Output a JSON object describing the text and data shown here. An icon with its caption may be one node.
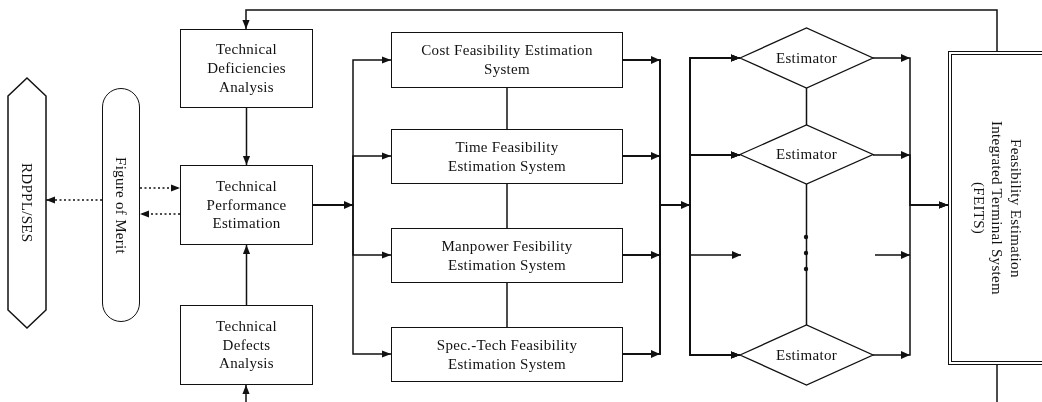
{
  "diagram": {
    "nodes": [
      {
        "text": [
          "RDPPL/SES"
        ]
      },
      {
        "text": [
          "Figure of Merit"
        ]
      },
      {
        "text": [
          "Technical Deficiencies Analysis"
        ]
      },
      {
        "text": [
          "Technical Performance Estimation"
        ]
      },
      {
        "text": [
          "Technical Defects Analysis"
        ]
      },
      {
        "text": [
          "Cost Feasibility Estimation System"
        ]
      },
      {
        "text": [
          "Time Feasibility Estimation System"
        ]
      },
      {
        "text": [
          "Manpower Fesibility Estimation System"
        ]
      },
      {
        "text": [
          "Spec.-Tech Feasibility Estimation System"
        ]
      },
      {
        "text": [
          "Estimator"
        ]
      },
      {
        "text": [
          "Estimator"
        ]
      },
      {
        "text": [
          "Estimator"
        ]
      },
      {
        "text": [
          "Feasibility Estimation Integrated Terminal System (FEITS)"
        ]
      }
    ],
    "edges": [
      {
        "from": 1,
        "to": 0,
        "arrow": "to",
        "style": "dashed"
      },
      {
        "from": 1,
        "to": 3,
        "arrow": "to",
        "style": "dashed"
      },
      {
        "from": 3,
        "to": 1,
        "arrow": "to",
        "style": "dashed"
      },
      {
        "from": 2,
        "to": 3,
        "arrow": "to"
      },
      {
        "from": 4,
        "to": 3,
        "arrow": "to"
      },
      {
        "from": null,
        "to": 4,
        "arrow": "to"
      },
      {
        "from": 12,
        "to": 2,
        "arrow": "to"
      },
      {
        "from": 12,
        "to": null,
        "arrow": "none"
      },
      {
        "from": 3,
        "to": 5,
        "arrow": "to"
      },
      {
        "from": 3,
        "to": 6,
        "arrow": "to"
      },
      {
        "from": 3,
        "to": 7,
        "arrow": "to"
      },
      {
        "from": 3,
        "to": 8,
        "arrow": "to"
      },
      {
        "from": 5,
        "to": 6,
        "arrow": "none"
      },
      {
        "from": 6,
        "to": 7,
        "arrow": "none"
      },
      {
        "from": 7,
        "to": 8,
        "arrow": "none"
      },
      {
        "from": 5,
        "to": 9,
        "arrow": "to"
      },
      {
        "from": 5,
        "to": 10,
        "arrow": "to"
      },
      {
        "from": 5,
        "to": 11,
        "arrow": "to"
      },
      {
        "from": 6,
        "to": 9,
        "arrow": "to"
      },
      {
        "from": 6,
        "to": 10,
        "arrow": "to"
      },
      {
        "from": 6,
        "to": 11,
        "arrow": "to"
      },
      {
        "from": 7,
        "to": 9,
        "arrow": "to"
      },
      {
        "from": 7,
        "to": 10,
        "arrow": "to"
      },
      {
        "from": 7,
        "to": 11,
        "arrow": "to"
      },
      {
        "from": 8,
        "to": 9,
        "arrow": "to"
      },
      {
        "from": 8,
        "to": 10,
        "arrow": "to"
      },
      {
        "from": 8,
        "to": 11,
        "arrow": "to"
      },
      {
        "from": 9,
        "to": 10,
        "arrow": "none"
      },
      {
        "from": 10,
        "to": 11,
        "arrow": "none"
      },
      {
        "from": 9,
        "to": 12,
        "arrow": "to"
      },
      {
        "from": 10,
        "to": 12,
        "arrow": "to"
      },
      {
        "from": 11,
        "to": 12,
        "arrow": "to"
      }
    ]
  }
}
